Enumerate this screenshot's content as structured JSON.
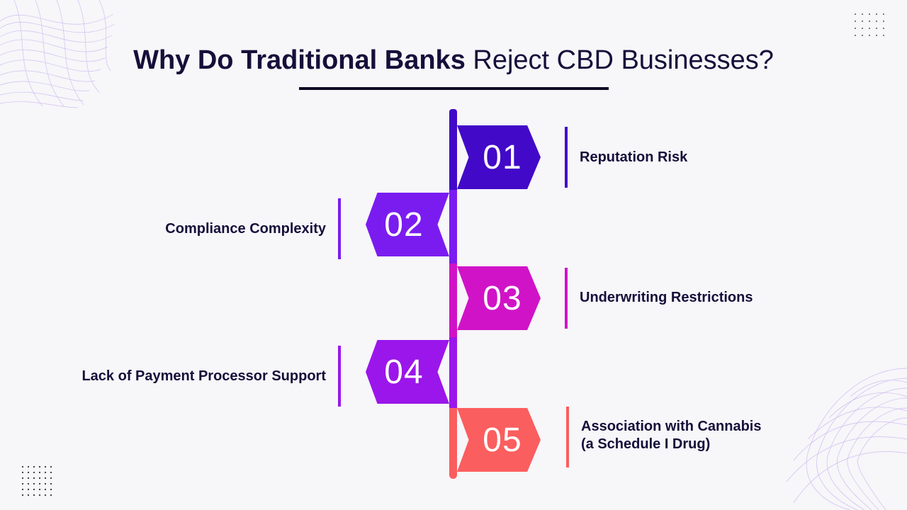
{
  "title": {
    "bold": "Why Do Traditional Banks",
    "light": "Reject CBD Businesses?"
  },
  "steps": [
    {
      "number": "01",
      "label": "Reputation Risk",
      "color": "#4209c8"
    },
    {
      "number": "02",
      "label": "Compliance Complexity",
      "color": "#7a1cf0"
    },
    {
      "number": "03",
      "label": "Underwriting Restrictions",
      "color": "#d113c7"
    },
    {
      "number": "04",
      "label": "Lack of Payment Processor Support",
      "color": "#9b16ea"
    },
    {
      "number": "05",
      "label": "Association with Cannabis\n(a Schedule I Drug)",
      "color": "#fb5e5e"
    }
  ]
}
